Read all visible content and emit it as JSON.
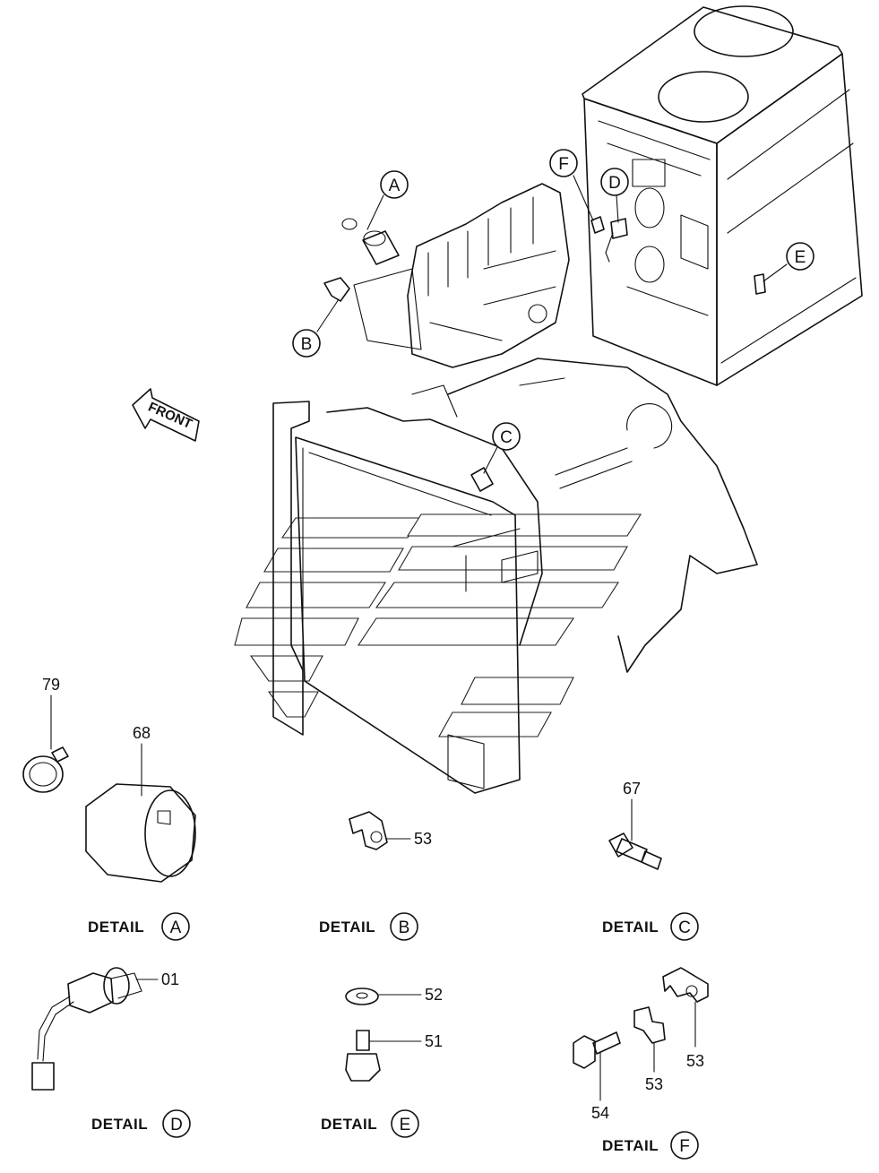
{
  "front_label": "FRONT",
  "callouts": {
    "a": "A",
    "b": "B",
    "c": "C",
    "d": "D",
    "e": "E",
    "f": "F"
  },
  "parts": {
    "p79": "79",
    "p68": "68",
    "p53_b": "53",
    "p67": "67",
    "p01": "01",
    "p52": "52",
    "p51": "51",
    "p54": "54",
    "p53_f1": "53",
    "p53_f2": "53"
  },
  "details": [
    {
      "word": "DETAIL",
      "letter": "A"
    },
    {
      "word": "DETAIL",
      "letter": "B"
    },
    {
      "word": "DETAIL",
      "letter": "C"
    },
    {
      "word": "DETAIL",
      "letter": "D"
    },
    {
      "word": "DETAIL",
      "letter": "E"
    },
    {
      "word": "DETAIL",
      "letter": "F"
    }
  ]
}
